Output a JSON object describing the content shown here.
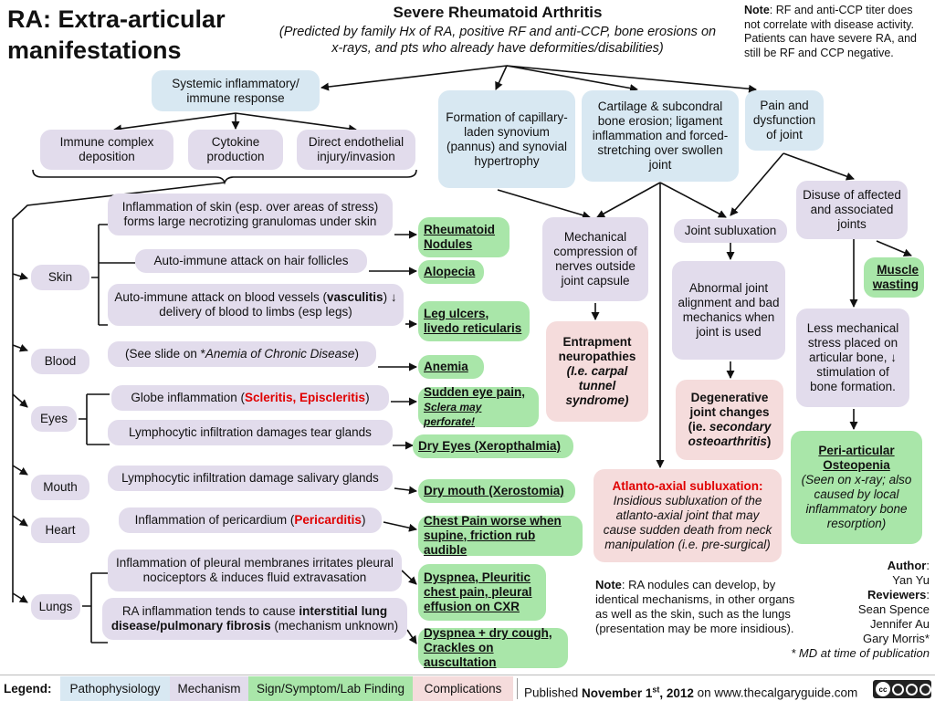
{
  "title": "RA: Extra-articular manifestations",
  "header": {
    "title": "Severe Rheumatoid Arthritis",
    "subtitle": "(Predicted by family Hx of RA, positive RF and anti-CCP, bone erosions on x-rays, and pts who already have deformities/disabilities)"
  },
  "top_note": {
    "label": "Note",
    "text": ": RF and anti-CCP titer does not correlate with disease activity. Patients can have severe RA, and still be RF and CCP negative."
  },
  "patho": {
    "systemic": "Systemic inflammatory/ immune response",
    "pannus": "Formation of capillary-laden synovium (pannus) and synovial hypertrophy",
    "cartilage": "Cartilage & subcondral bone erosion; ligament inflammation and forced-stretching over swollen joint",
    "pain": "Pain and dysfunction of joint"
  },
  "mech": {
    "immune_complex": "Immune complex deposition",
    "cytokine": "Cytokine production",
    "endothelial": "Direct endothelial injury/invasion",
    "skin1": "Inflammation of skin (esp. over areas of stress) forms large necrotizing granulomas under skin",
    "skin2": "Auto-immune attack on hair follicles",
    "skin3a": "Auto-immune attack on blood vessels (",
    "skin3b": "vasculitis",
    "skin3c": ") ↓ delivery of blood to limbs (esp legs)",
    "blood1a": "(See slide on *",
    "blood1b": "Anemia of Chronic Disease",
    "blood1c": ")",
    "eyes1a": "Globe inflammation (",
    "eyes1b": "Scleritis, Episcleritis",
    "eyes1c": ")",
    "eyes2": "Lymphocytic infiltration damages  tear glands",
    "mouth1": "Lymphocytic infiltration damage salivary glands",
    "heart1a": "Inflammation of pericardium (",
    "heart1b": "Pericarditis",
    "heart1c": ")",
    "lungs1": "Inflammation of pleural membranes irritates pleural nociceptors & induces fluid extravasation",
    "lungs2a": "RA inflammation tends to cause ",
    "lungs2b": "interstitial lung disease/pulmonary fibrosis",
    "lungs2c": " (mechanism unknown)",
    "compression": "Mechanical compression of nerves outside joint capsule",
    "subluxation": "Joint subluxation",
    "abnormal": "Abnormal joint alignment and bad mechanics when joint is used",
    "disuse": "Disuse of affected and associated joints",
    "less_stress": "Less mechanical stress placed on articular bone, ↓ stimulation of bone formation."
  },
  "organs": [
    "Skin",
    "Blood",
    "Eyes",
    "Mouth",
    "Heart",
    "Lungs"
  ],
  "signs": {
    "nodules": "Rheumatoid Nodules",
    "alopecia": "Alopecia",
    "leg_ulcers": "Leg ulcers, livedo reticularis",
    "anemia": "Anemia",
    "eye_pain": "Sudden eye pain,",
    "eye_pain_sub": "Sclera may perforate!",
    "dry_eyes": "Dry Eyes (Xeropthalmia)",
    "dry_mouth": "Dry mouth (Xerostomia)",
    "chest_pain": "Chest Pain worse when supine, friction rub audible",
    "dyspnea1": "Dyspnea, Pleuritic chest pain, pleural effusion on CXR",
    "dyspnea2": "Dyspnea + dry cough, Crackles on auscultation",
    "muscle": "Muscle wasting",
    "osteopenia_title": "Peri-articular Osteopenia",
    "osteopenia_sub": "(Seen on x-ray; also caused by local inflammatory bone resorption)"
  },
  "comp": {
    "entrapment_title": "Entrapment neuropathies",
    "entrapment_sub": "(I.e. carpal tunnel syndrome)",
    "degenerative_a": "Degenerative joint changes (ie. ",
    "degenerative_b": "secondary osteoarthritis",
    "degenerative_c": ")",
    "atlanto_title": "Atlanto-axial subluxation:",
    "atlanto_sub": "Insidious subluxation of the atlanto-axial joint that may cause sudden death from neck manipulation (i.e. pre-surgical)"
  },
  "bottom_note": {
    "label": "Note",
    "text": ": RA nodules can develop, by identical mechanisms, in other organs as well as the skin, such as the lungs (presentation may be more insidious)."
  },
  "credits": {
    "author_label": "Author",
    "author": "Yan Yu",
    "reviewers_label": "Reviewers",
    "reviewers": [
      "Sean Spence",
      "Jennifer Au",
      "Gary Morris*"
    ],
    "footnote": "* MD at time of publication"
  },
  "legend": {
    "label": "Legend:",
    "items": [
      "Pathophysiology",
      "Mechanism",
      "Sign/Symptom/Lab Finding",
      "Complications"
    ]
  },
  "published": {
    "prefix": "Published ",
    "date_a": "November 1",
    "date_sup": "st",
    "date_b": ", 2012",
    "suffix": " on www.thecalgaryguide.com"
  },
  "license_badge": "cc"
}
